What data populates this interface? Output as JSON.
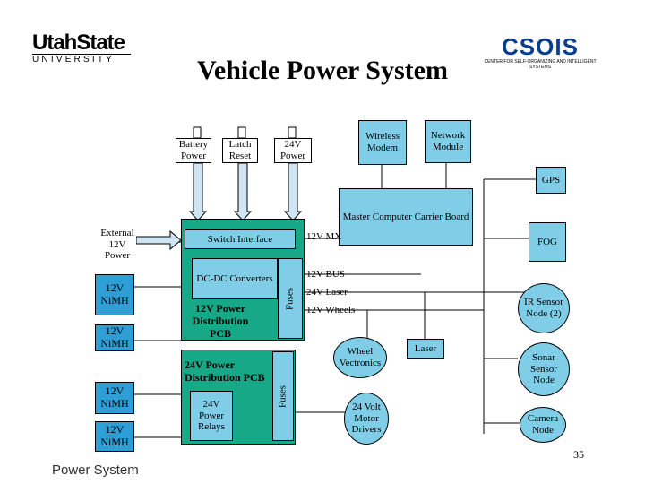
{
  "header": {
    "usu_logo_line1": "UtahState",
    "usu_logo_line2": "UNIVERSITY",
    "csois_logo": "CSOIS",
    "csois_sub": "CENTER FOR SELF-ORGANIZING AND INTELLIGENT SYSTEMS",
    "title": "Vehicle Power System"
  },
  "switches": [
    {
      "label": "Battery Power"
    },
    {
      "label": "Latch Reset"
    },
    {
      "label": "24V Power"
    }
  ],
  "modems": {
    "wireless": "Wireless Modem",
    "network": "Network Module"
  },
  "components": {
    "external_power": "External 12V Power",
    "switch_interface": "Switch Interface",
    "dcdc": "DC-DC Converters",
    "fuses_12v": "Fuses",
    "pcb_12v": "12V Power Distribution PCB",
    "pcb_24v": "24V Power Distribution PCB",
    "relays_24v": "24V Power Relays",
    "fuses_24v": "Fuses",
    "master_computer": "Master Computer Carrier Board",
    "gps": "GPS",
    "fog": "FOG",
    "wheel_vectronics": "Wheel Vectronics",
    "laser": "Laser",
    "motor_drivers": "24 Volt Motor Drivers",
    "ir_sensor": "IR Sensor Node (2)",
    "sonar_sensor": "Sonar Sensor Node",
    "camera_node": "Camera Node"
  },
  "batteries": [
    "12V NiMH",
    "12V NiMH",
    "12V NiMH",
    "12V NiMH"
  ],
  "bus_labels": {
    "mx": "12V MX",
    "bus": "12V BUS",
    "laser": "24V Laser",
    "wheels": "12V Wheels"
  },
  "footer": {
    "section": "Power System",
    "page": "35"
  },
  "colors": {
    "cyan": "#7fcde6",
    "green": "#17a887",
    "blue": "#2e9ed6"
  }
}
